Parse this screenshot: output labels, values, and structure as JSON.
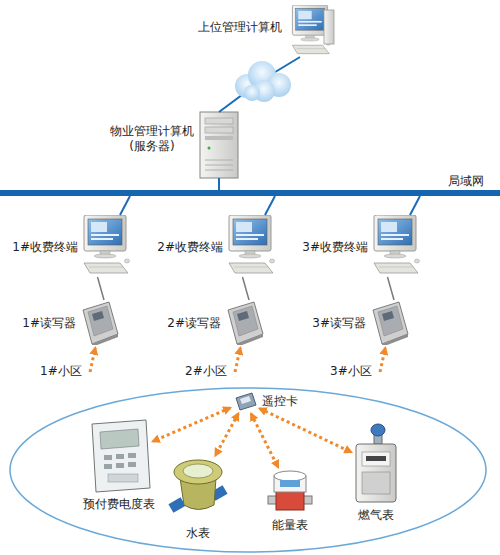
{
  "diagram": {
    "nodes": [
      {
        "text": [
          "上位管理计算机"
        ]
      },
      {
        "text": [
          "物业管理计算机 (服务器)"
        ]
      },
      {
        "text": [
          "局域网"
        ]
      },
      {
        "text": [
          "1#收费终端"
        ]
      },
      {
        "text": [
          "2#收费终端"
        ]
      },
      {
        "text": [
          "3#收费终端"
        ]
      },
      {
        "text": [
          "1#读写器"
        ]
      },
      {
        "text": [
          "2#读写器"
        ]
      },
      {
        "text": [
          "3#读写器"
        ]
      },
      {
        "text": [
          "1#小区"
        ]
      },
      {
        "text": [
          "2#小区"
        ]
      },
      {
        "text": [
          "3#小区"
        ]
      },
      {
        "text": [
          "遥控卡"
        ]
      },
      {
        "text": [
          "预付费电度表"
        ]
      },
      {
        "text": [
          "水表"
        ]
      },
      {
        "text": [
          "能量表"
        ]
      },
      {
        "text": [
          "燃气表"
        ]
      }
    ],
    "edges": [
      {
        "from": 0,
        "to": 1,
        "arrow": "none"
      },
      {
        "from": 1,
        "to": 2,
        "arrow": "none"
      },
      {
        "from": 2,
        "to": 3,
        "arrow": "none"
      },
      {
        "from": 2,
        "to": 4,
        "arrow": "none"
      },
      {
        "from": 2,
        "to": 5,
        "arrow": "none"
      },
      {
        "from": 3,
        "to": 6,
        "arrow": "none"
      },
      {
        "from": 4,
        "to": 7,
        "arrow": "none"
      },
      {
        "from": 5,
        "to": 8,
        "arrow": "none"
      },
      {
        "from": 9,
        "to": 6,
        "arrow": "to"
      },
      {
        "from": 10,
        "to": 7,
        "arrow": "to"
      },
      {
        "from": 11,
        "to": 8,
        "arrow": "to"
      },
      {
        "from": 12,
        "to": 13,
        "arrow": "both"
      },
      {
        "from": 12,
        "to": 14,
        "arrow": "both"
      },
      {
        "from": 12,
        "to": 15,
        "arrow": "both"
      },
      {
        "from": 12,
        "to": 16,
        "arrow": "both"
      }
    ]
  }
}
